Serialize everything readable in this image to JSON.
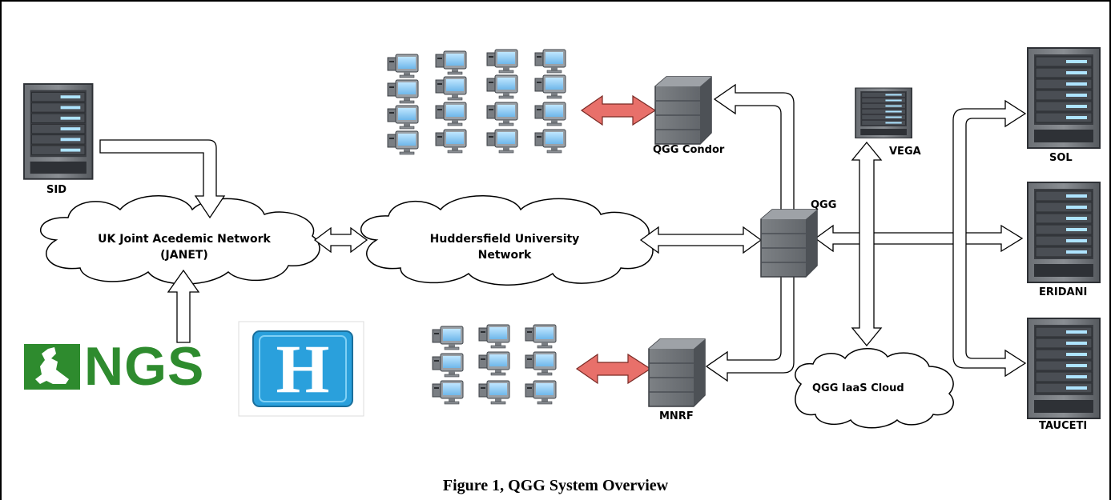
{
  "caption": "Figure 1, QGG System Overview",
  "nodes": {
    "sid": "SID",
    "janet_line1": "UK Joint Acedemic Network",
    "janet_line2": "(JANET)",
    "huddersfield_line1": "Huddersfield University",
    "huddersfield_line2": "Network",
    "qgg_condor": "QGG Condor",
    "qgg": "QGG",
    "mnrf": "MNRF",
    "vega": "VEGA",
    "iaas_cloud": "QGG IaaS Cloud",
    "sol": "SOL",
    "eridani": "ERIDANI",
    "tauceti": "TAUCETI"
  },
  "logos": {
    "ngs_text": "NGS",
    "h_letter": "H"
  },
  "colors": {
    "link_arrow": "#e8706a",
    "ngs_green": "#2e8b2e",
    "h_blue": "#2aa0dc"
  }
}
